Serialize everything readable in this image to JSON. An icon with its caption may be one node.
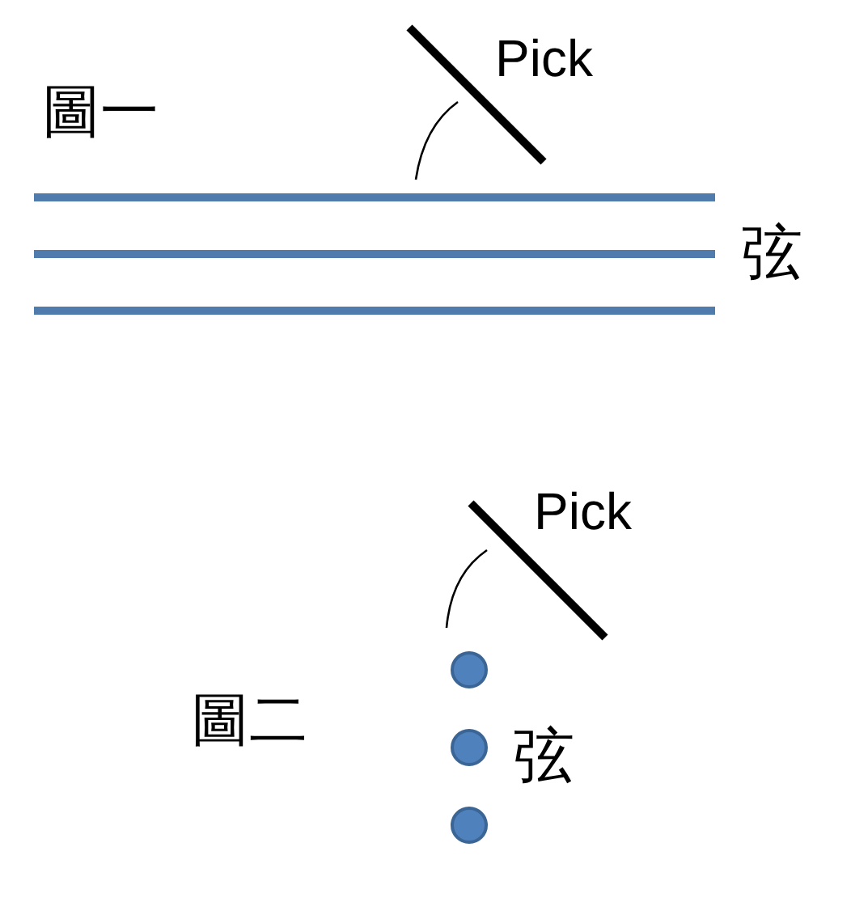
{
  "diagram": {
    "labels": [
      "Pick",
      "圖一",
      "弦",
      "Pick",
      "圖二",
      "弦"
    ]
  }
}
